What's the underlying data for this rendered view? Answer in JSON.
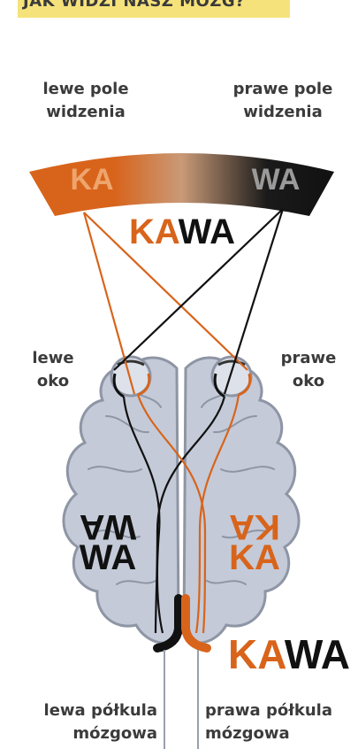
{
  "header": {
    "title": "JAK WIDZI NASZ MÓZG?"
  },
  "labels": {
    "left_field_1": "lewe pole",
    "left_field_2": "widzenia",
    "right_field_1": "prawe pole",
    "right_field_2": "widzenia",
    "left_eye_1": "lewe",
    "left_eye_2": "oko",
    "right_eye_1": "prawe",
    "right_eye_2": "oko",
    "left_hemisphere_1": "lewa półkula",
    "left_hemisphere_2": "mózgowa",
    "right_hemisphere_1": "prawa półkula",
    "right_hemisphere_2": "mózgowa"
  },
  "words": {
    "arc_left": "KA",
    "arc_right": "WA",
    "center_ka": "KA",
    "center_wa": "WA",
    "left_brain_top": "WA",
    "left_brain_bottom": "WA",
    "right_brain_top": "KA",
    "right_brain_bottom": "KA",
    "result_ka": "KA",
    "result_wa": "WA"
  },
  "colors": {
    "orange": "#d8641b",
    "black": "#111111",
    "brain": "#c4cad8",
    "brain_outline": "#8e95a4",
    "highlight": "#f6e27a"
  }
}
